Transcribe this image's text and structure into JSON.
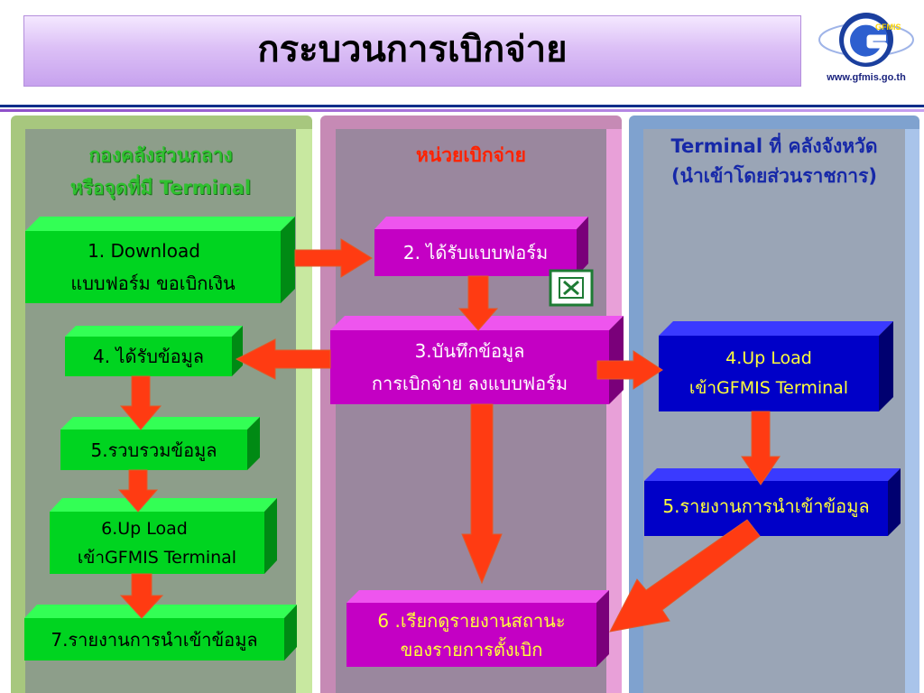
{
  "title": "กระบวนการเบิกจ่าย",
  "logo": {
    "text": "GFMIS",
    "url": "www.gfmis.go.th"
  },
  "colors": {
    "green": "#00dd22",
    "magenta": "#cc00cc",
    "blue": "#0000cc",
    "arrow": "#ff3b12"
  },
  "columns": [
    {
      "title_lines": [
        "กองคลังส่วนกลาง",
        "หรือจุดที่มี Terminal"
      ],
      "boxes": [
        {
          "lines": [
            "1.   Download",
            "แบบฟอร์ม ขอเบิกเงิน"
          ]
        },
        {
          "lines": [
            "4. ได้รับข้อมูล"
          ]
        },
        {
          "lines": [
            "5.รวบรวมข้อมูล"
          ]
        },
        {
          "lines": [
            "6.Up Load",
            "เข้าGFMIS Terminal"
          ]
        },
        {
          "lines": [
            "7.รายงานการนำเข้าข้อมูล"
          ]
        }
      ]
    },
    {
      "title_lines": [
        "หน่วยเบิกจ่าย"
      ],
      "boxes": [
        {
          "lines": [
            "2. ได้รับแบบฟอร์ม"
          ]
        },
        {
          "lines": [
            "3.บันทึกข้อมูล",
            "การเบิกจ่าย ลงแบบฟอร์ม"
          ]
        },
        {
          "lines": [
            "6 .เรียกดูรายงานสถานะ",
            "ของรายการตั้งเบิก"
          ]
        }
      ]
    },
    {
      "title_lines": [
        "Terminal ที่ คลังจังหวัด",
        "(นำเข้าโดยส่วนราชการ)"
      ],
      "boxes": [
        {
          "lines": [
            "4.Up Load",
            "เข้าGFMIS Terminal"
          ]
        },
        {
          "lines": [
            "5.รายงานการนำเข้าข้อมูล"
          ]
        }
      ]
    }
  ]
}
